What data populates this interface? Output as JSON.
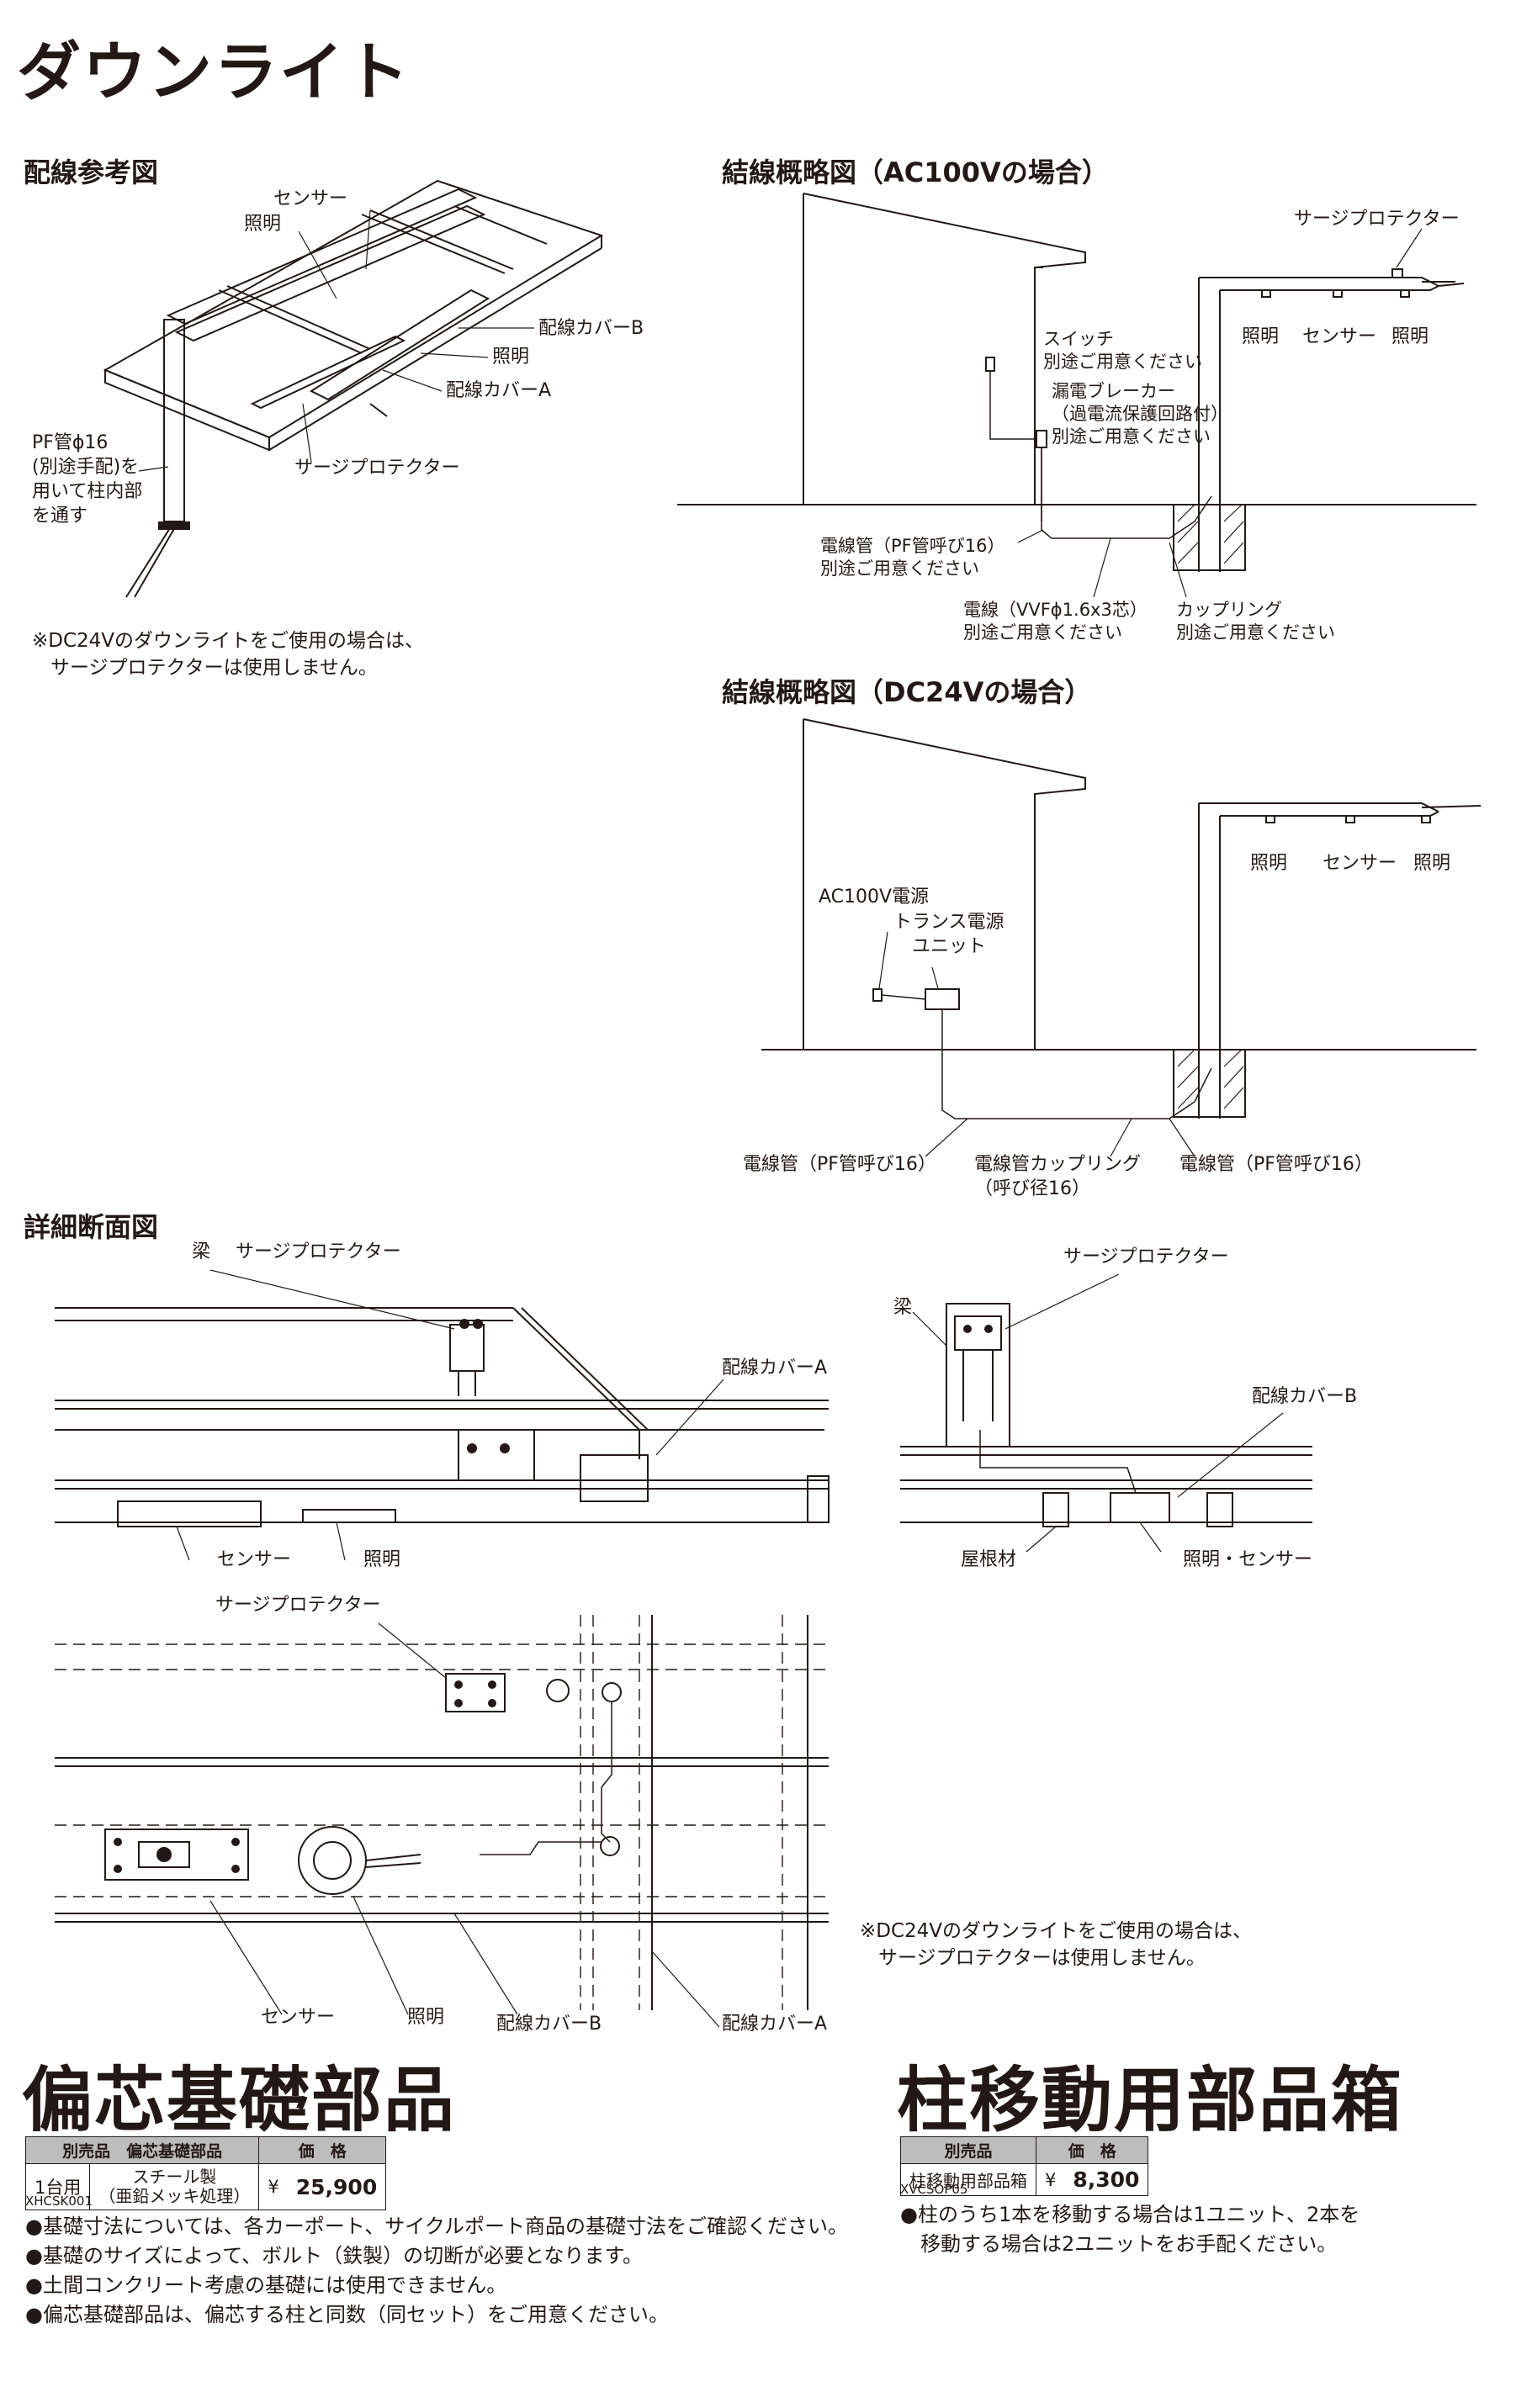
{
  "page_title": "ダウンライト",
  "wiring_reference": {
    "heading": "配線参考図",
    "labels": {
      "sensor": "センサー",
      "lighting1": "照明",
      "cover_b": "配線カバーB",
      "lighting2": "照明",
      "cover_a": "配線カバーA",
      "surge": "サージプロテクター",
      "pf_pipe": [
        "PF管ϕ16",
        "(別途手配)を",
        "用いて柱内部",
        "を通す"
      ]
    },
    "note": [
      "※DC24Vのダウンライトをご使用の場合は、",
      "サージプロテクターは使用しません。"
    ]
  },
  "ac100_diagram": {
    "heading": "結線概略図（AC100Vの場合）",
    "labels": {
      "surge": "サージプロテクター",
      "lighting_left": "照明",
      "sensor": "センサー",
      "lighting_right": "照明",
      "switch": [
        "スイッチ",
        "別途ご用意ください"
      ],
      "breaker": [
        "漏電ブレーカー",
        "（過電流保護回路付）",
        "別途ご用意ください"
      ],
      "conduit": [
        "電線管（PF管呼び16）",
        "別途ご用意ください"
      ],
      "cable": [
        "電線（VVFϕ1.6x3芯）",
        "別途ご用意ください"
      ],
      "coupling": [
        "カップリング",
        "別途ご用意ください"
      ]
    }
  },
  "dc24_diagram": {
    "heading": "結線概略図（DC24Vの場合）",
    "labels": {
      "lighting_left": "照明",
      "sensor": "センサー",
      "lighting_right": "照明",
      "power": "AC100V電源",
      "transformer": [
        "トランス電源",
        "ユニット"
      ],
      "conduit_left": "電線管（PF管呼び16）",
      "coupling": [
        "電線管カップリング",
        "（呼び径16）"
      ],
      "conduit_right": "電線管（PF管呼び16）"
    }
  },
  "detail_section": {
    "heading": "詳細断面図",
    "labels": {
      "beam": "梁",
      "surge_top": "サージプロテクター",
      "cover_a_top": "配線カバーA",
      "sensor_top": "センサー",
      "lighting_top": "照明",
      "beam_right": "梁",
      "surge_right": "サージプロテクター",
      "cover_b_right": "配線カバーB",
      "roof": "屋根材",
      "light_sensor": "照明・センサー",
      "surge_plan": "サージプロテクター",
      "sensor_plan": "センサー",
      "lighting_plan": "照明",
      "cover_b_plan": "配線カバーB",
      "cover_a_plan": "配線カバーA"
    },
    "note": [
      "※DC24Vのダウンライトをご使用の場合は、",
      "サージプロテクターは使用しません。"
    ]
  },
  "offset_foundation": {
    "heading": "偏芯基礎部品",
    "table": {
      "headers": [
        "別売品　偏芯基礎部品",
        "価　格"
      ],
      "qty": "1台用",
      "material": [
        "スチール製",
        "（亜鉛メッキ処理）"
      ],
      "yen": "¥",
      "price": "25,900"
    },
    "code": "XHCSK001",
    "bullets": [
      "●基礎寸法については、各カーポート、サイクルポート商品の基礎寸法をご確認ください。",
      "●基礎のサイズによって、ボルト（鉄製）の切断が必要となります。",
      "●土間コンクリート考慮の基礎には使用できません。",
      "●偏芯基礎部品は、偏芯する柱と同数（同セット）をご用意ください。"
    ]
  },
  "pillar_move_box": {
    "heading": "柱移動用部品箱",
    "table": {
      "headers": [
        "別売品",
        "価　格"
      ],
      "name": "柱移動用部品箱",
      "yen": "¥",
      "price": "8,300"
    },
    "code": "XVCSOP05",
    "bullets": [
      "●柱のうち1本を移動する場合は1ユニット、2本を",
      "移動する場合は2ユニットをお手配ください。"
    ]
  }
}
